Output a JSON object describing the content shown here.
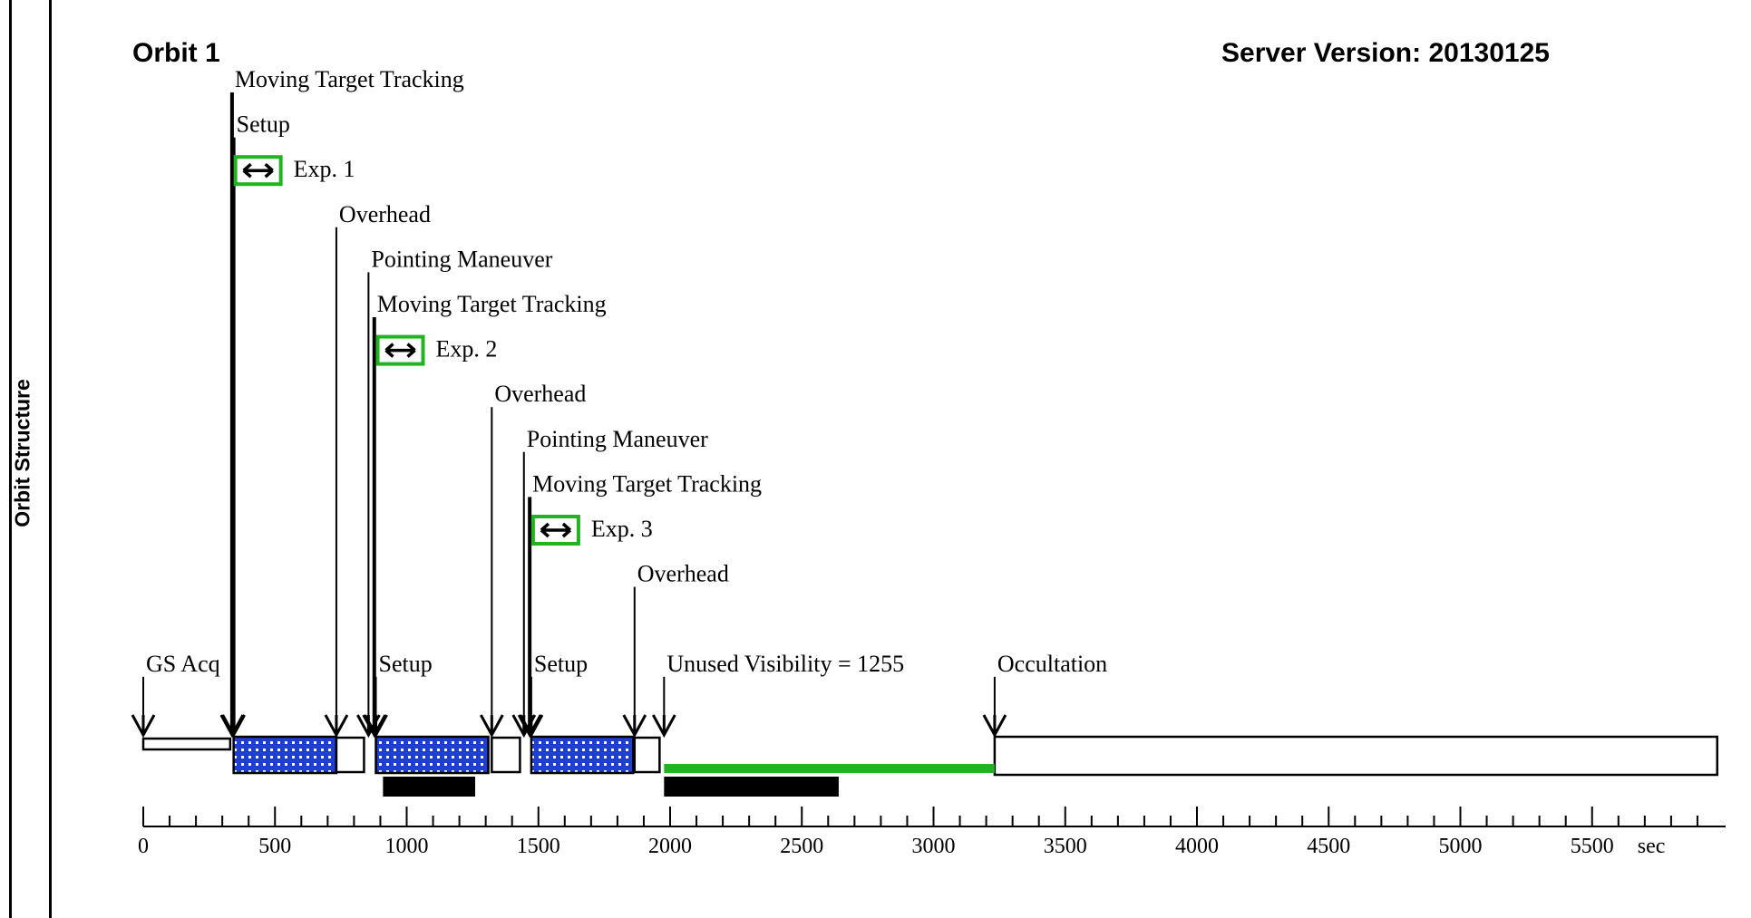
{
  "side_label": "Orbit Structure",
  "title": "Orbit 1",
  "server_version": "Server Version: 20130125",
  "colors": {
    "exposure_fill": "#1f3fd0",
    "green": "#22b322",
    "black": "#000000",
    "white": "#ffffff"
  },
  "labels": [
    {
      "text": "Moving Target Tracking",
      "t": 337
    },
    {
      "text": "Setup",
      "t": 343
    },
    {
      "text": "Overhead",
      "t": 733
    },
    {
      "text": "Pointing Maneuver",
      "t": 855
    },
    {
      "text": "Moving Target Tracking",
      "t": 877
    },
    {
      "text": "Overhead",
      "t": 1323
    },
    {
      "text": "Pointing Maneuver",
      "t": 1445
    },
    {
      "text": "Moving Target Tracking",
      "t": 1467
    },
    {
      "text": "Overhead",
      "t": 1865
    },
    {
      "text": "GS Acq",
      "t": 0
    },
    {
      "text": "Setup",
      "t": 883
    },
    {
      "text": "Setup",
      "t": 1473
    },
    {
      "text": "Unused Visibility = 1255",
      "t": 1977
    },
    {
      "text": "Occultation",
      "t": 3232
    }
  ],
  "exposures": [
    {
      "label": "Exp. 1",
      "t": 343,
      "icon": "exposure-arrow-icon"
    },
    {
      "label": "Exp. 2",
      "t": 883,
      "icon": "exposure-arrow-icon"
    },
    {
      "label": "Exp. 3",
      "t": 1473,
      "icon": "exposure-arrow-icon"
    }
  ],
  "segments": [
    {
      "kind": "gs-acq",
      "start": 0,
      "end": 330
    },
    {
      "kind": "exposure",
      "start": 343,
      "end": 733
    },
    {
      "kind": "overhead",
      "start": 733,
      "end": 838
    },
    {
      "kind": "exposure",
      "start": 883,
      "end": 1310
    },
    {
      "kind": "overhead",
      "start": 1323,
      "end": 1430
    },
    {
      "kind": "exposure",
      "start": 1473,
      "end": 1860
    },
    {
      "kind": "overhead",
      "start": 1865,
      "end": 1960
    },
    {
      "kind": "occultation",
      "start": 3232,
      "end": 5975
    }
  ],
  "unused_visibility_bar": {
    "start": 1977,
    "end": 3232
  },
  "black_bars": [
    {
      "start": 910,
      "end": 1260
    },
    {
      "start": 1977,
      "end": 2640
    }
  ],
  "axis": {
    "unit": "sec",
    "major_ticks": [
      0,
      500,
      1000,
      1500,
      2000,
      2500,
      3000,
      3500,
      4000,
      4500,
      5000,
      5500
    ],
    "minor_step": 100,
    "max": 6000
  }
}
